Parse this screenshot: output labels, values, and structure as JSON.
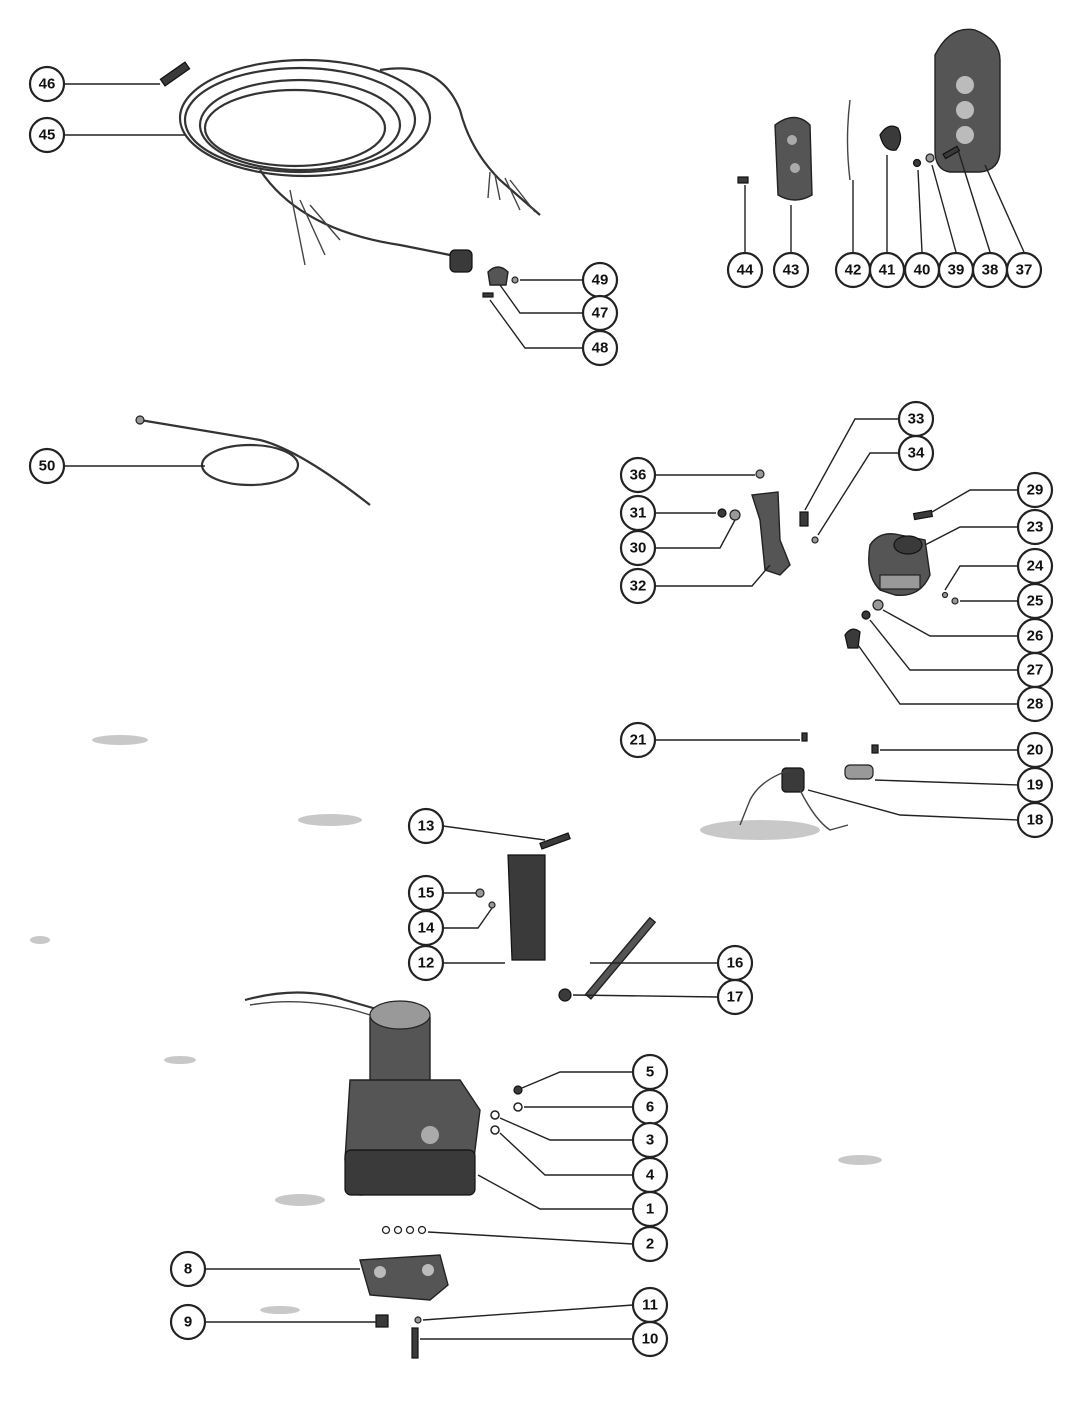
{
  "callouts": [
    "1",
    "2",
    "3",
    "4",
    "5",
    "6",
    "8",
    "9",
    "10",
    "11",
    "12",
    "13",
    "14",
    "15",
    "16",
    "17",
    "18",
    "19",
    "20",
    "21",
    "23",
    "24",
    "25",
    "26",
    "27",
    "28",
    "29",
    "30",
    "31",
    "32",
    "33",
    "34",
    "36",
    "37",
    "38",
    "39",
    "40",
    "41",
    "42",
    "43",
    "44",
    "45",
    "46",
    "47",
    "48",
    "49",
    "50"
  ],
  "colors": {
    "ink": "#222222",
    "paper": "#ffffff",
    "shade": "#555555"
  }
}
